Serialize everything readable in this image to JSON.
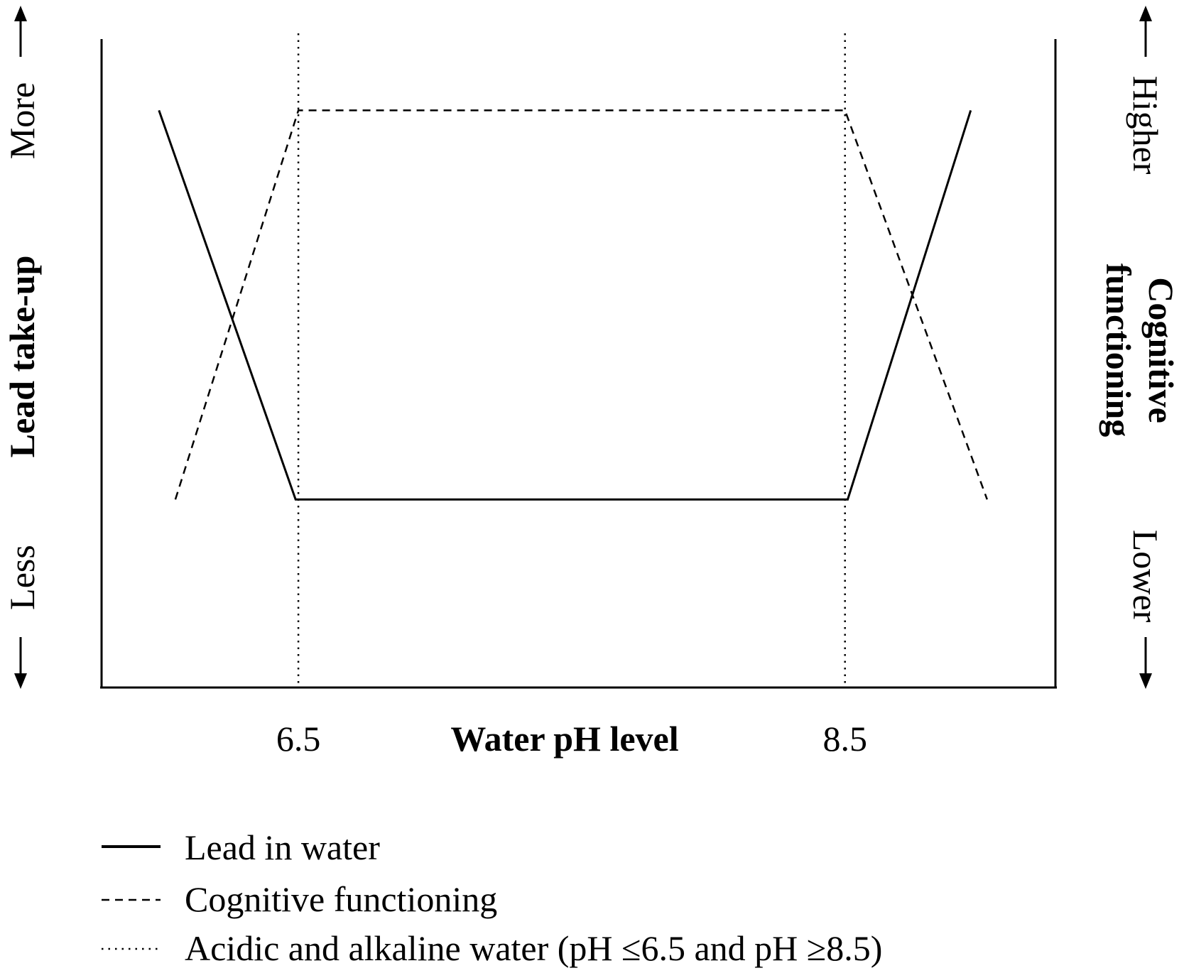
{
  "chart_data": {
    "type": "line",
    "xlabel": "Water pH level",
    "ylabel_left": "Lead take-up",
    "ylabel_right": "Cognitive functioning",
    "ylabel_right_lines": [
      "Cognitive",
      "functioning"
    ],
    "left_axis_top": "More",
    "left_axis_bottom": "Less",
    "right_axis_top": "Higher",
    "right_axis_bottom": "Lower",
    "x_ticks": [
      {
        "value": 6.5,
        "label": "6.5"
      },
      {
        "value": 8.5,
        "label": "8.5"
      }
    ],
    "xlim": [
      5.78,
      9.27
    ],
    "ylim": [
      0,
      1
    ],
    "grid": false,
    "legend_position": "bottom-left",
    "series": [
      {
        "name": "Lead in water",
        "style": "solid",
        "x": [
          5.99,
          6.49,
          8.51,
          8.96
        ],
        "y": [
          0.89,
          0.29,
          0.29,
          0.89
        ]
      },
      {
        "name": "Cognitive functioning",
        "style": "dashed",
        "x": [
          6.05,
          6.5,
          8.5,
          9.02
        ],
        "y": [
          0.29,
          0.89,
          0.89,
          0.29
        ]
      }
    ],
    "reference_lines": {
      "name": "Acidic and alkaline water (pH ≤6.5 and pH ≥8.5)",
      "style": "dotted",
      "x": [
        6.5,
        8.5
      ]
    }
  }
}
